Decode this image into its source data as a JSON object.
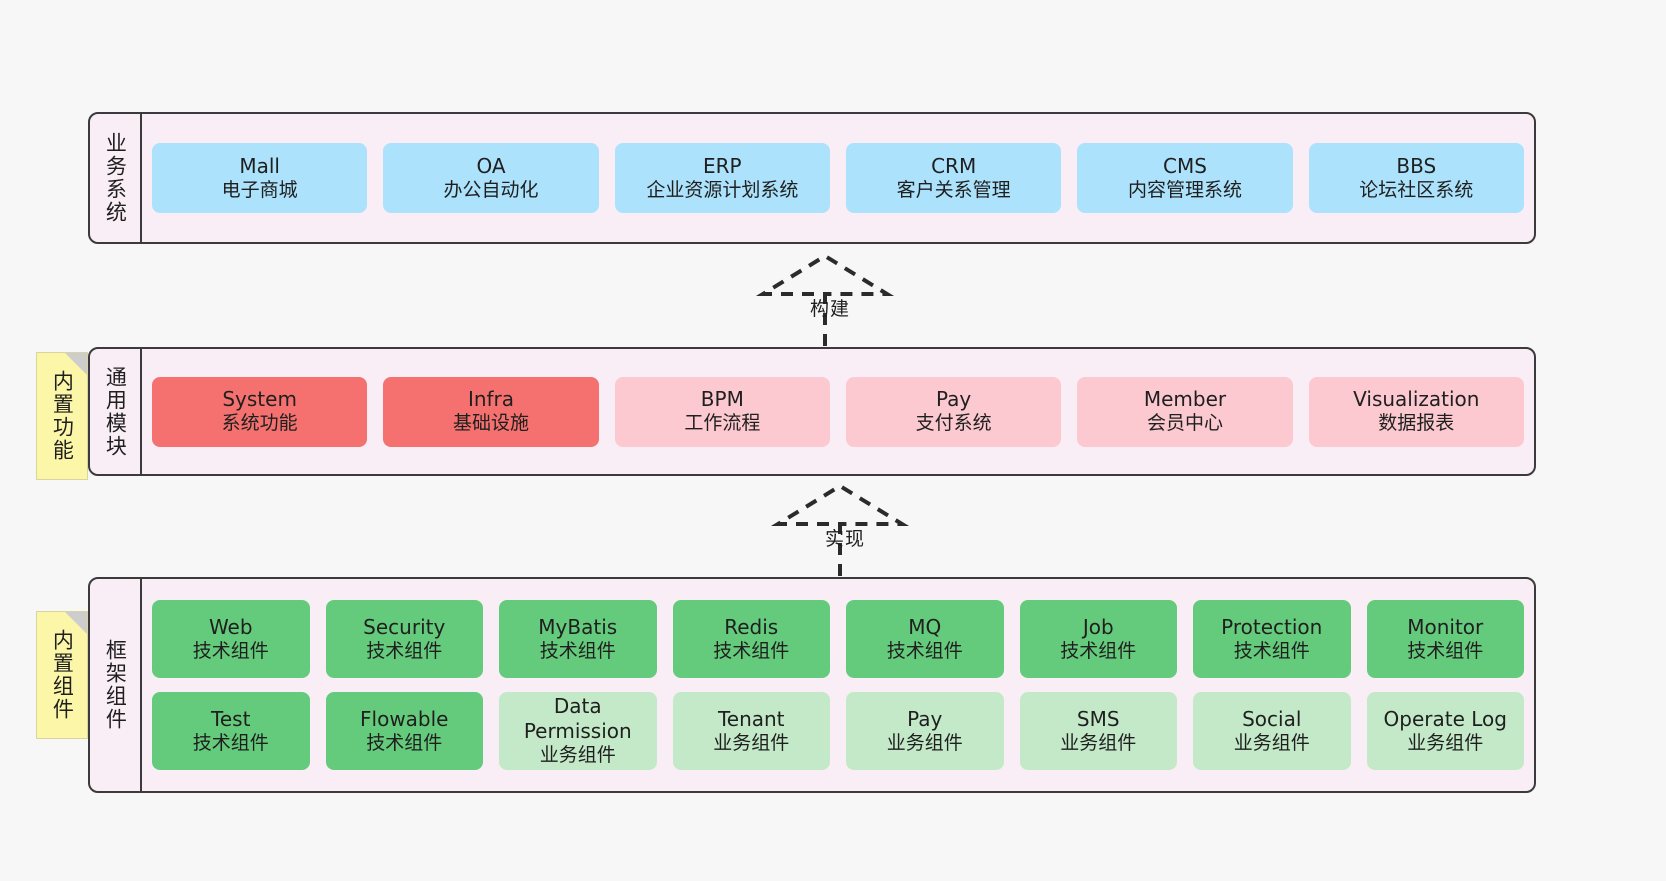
{
  "layers": [
    {
      "id": "business",
      "title": "业务系统",
      "rows": [
        {
          "cards": [
            {
              "en": "Mall",
              "cn": "电子商城",
              "color": "#ace2fb"
            },
            {
              "en": "OA",
              "cn": "办公自动化",
              "color": "#ace2fb"
            },
            {
              "en": "ERP",
              "cn": "企业资源计划系统",
              "color": "#ace2fb"
            },
            {
              "en": "CRM",
              "cn": "客户关系管理",
              "color": "#ace2fb"
            },
            {
              "en": "CMS",
              "cn": "内容管理系统",
              "color": "#ace2fb"
            },
            {
              "en": "BBS",
              "cn": "论坛社区系统",
              "color": "#ace2fb"
            }
          ]
        }
      ]
    },
    {
      "id": "common",
      "title": "通用模块",
      "rows": [
        {
          "cards": [
            {
              "en": "System",
              "cn": "系统功能",
              "color": "#f4716f"
            },
            {
              "en": "Infra",
              "cn": "基础设施",
              "color": "#f4716f"
            },
            {
              "en": "BPM",
              "cn": "工作流程",
              "color": "#fbc9cf"
            },
            {
              "en": "Pay",
              "cn": "支付系统",
              "color": "#fbc9cf"
            },
            {
              "en": "Member",
              "cn": "会员中心",
              "color": "#fbc9cf"
            },
            {
              "en": "Visualization",
              "cn": "数据报表",
              "color": "#fbc9cf"
            }
          ]
        }
      ]
    },
    {
      "id": "frame",
      "title": "框架组件",
      "rows": [
        {
          "cards": [
            {
              "en": "Web",
              "cn": "技术组件",
              "color": "#65cb7c"
            },
            {
              "en": "Security",
              "cn": "技术组件",
              "color": "#65cb7c"
            },
            {
              "en": "MyBatis",
              "cn": "技术组件",
              "color": "#65cb7c"
            },
            {
              "en": "Redis",
              "cn": "技术组件",
              "color": "#65cb7c"
            },
            {
              "en": "MQ",
              "cn": "技术组件",
              "color": "#65cb7c"
            },
            {
              "en": "Job",
              "cn": "技术组件",
              "color": "#65cb7c"
            },
            {
              "en": "Protection",
              "cn": "技术组件",
              "color": "#65cb7c"
            },
            {
              "en": "Monitor",
              "cn": "技术组件",
              "color": "#65cb7c"
            }
          ]
        },
        {
          "cards": [
            {
              "en": "Test",
              "cn": "技术组件",
              "color": "#65cb7c"
            },
            {
              "en": "Flowable",
              "cn": "技术组件",
              "color": "#65cb7c"
            },
            {
              "en": "Data Permission",
              "cn": "业务组件",
              "color": "#c3e9c8"
            },
            {
              "en": "Tenant",
              "cn": "业务组件",
              "color": "#c3e9c8"
            },
            {
              "en": "Pay",
              "cn": "业务组件",
              "color": "#c3e9c8"
            },
            {
              "en": "SMS",
              "cn": "业务组件",
              "color": "#c3e9c8"
            },
            {
              "en": "Social",
              "cn": "业务组件",
              "color": "#c3e9c8"
            },
            {
              "en": "Operate Log",
              "cn": "业务组件",
              "color": "#c3e9c8"
            }
          ]
        }
      ]
    }
  ],
  "notes": [
    {
      "id": "note-common",
      "text": "内置功能"
    },
    {
      "id": "note-frame",
      "text": "内置组件"
    }
  ],
  "arrows": [
    {
      "id": "arrow-build",
      "label": "构建"
    },
    {
      "id": "arrow-realize",
      "label": "实现"
    }
  ],
  "colors": {
    "background": "#f7f7f7",
    "layer_fill": "#faeef6",
    "layer_border": "#3b3b3b",
    "note_fill": "#fcf7a8",
    "note_fold": "#cdcdcd",
    "blue": "#ace2fb",
    "red": "#f4716f",
    "pink": "#fbc9cf",
    "green": "#65cb7c",
    "light_green": "#c3e9c8"
  }
}
